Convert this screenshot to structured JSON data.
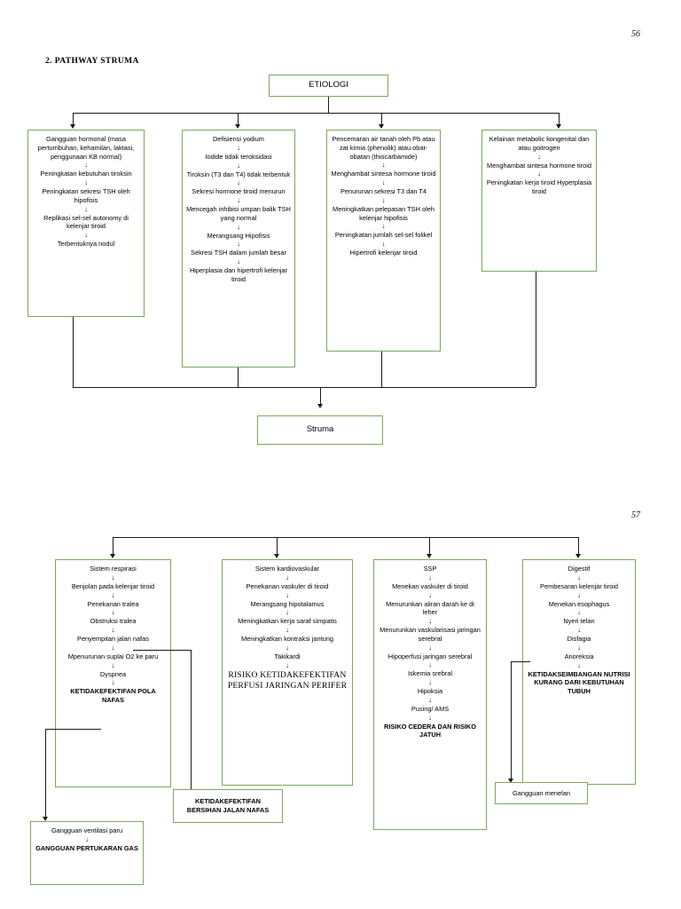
{
  "document": {
    "page_top": "56",
    "page_bottom": "57",
    "section_title": "2. PATHWAY STRUMA"
  },
  "colors": {
    "box_border": "#7aa95c",
    "connector": "#1a1a1a",
    "background": "#ffffff",
    "text": "#000000"
  },
  "top_chart": {
    "root": {
      "label": "ETIOLOGI"
    },
    "branches": [
      {
        "name": "hormonal-branch",
        "steps": [
          "Gangguan hormonal (masa pertumbuhan, kehamilan, laktasi, penggunaan KB normal)",
          "Peningkatan kebutuhan tiroksin",
          "Peningkatan sekresi TSH oleh hipofisis",
          "Replikasi sel-sel autonomy di kelenjar tiroid",
          "Terbentuknya nodul"
        ]
      },
      {
        "name": "iodine-deficiency-branch",
        "steps": [
          "Defisiensi yodium",
          "Iodide tidak teroksidasi",
          "Tiroksin (T3 dan T4) tidak terbentuk",
          "Sekresi hormone tiroid menurun",
          "Mencegah inhibisi umpan balik TSH yang normal",
          "Merangsang Hipofisis",
          "Sekresi TSH dalam jumlah besar",
          "Hiperplasia dan hipertrofi kelenjar tiroid"
        ]
      },
      {
        "name": "pollution-branch",
        "steps": [
          "Pencemaran air tanah oleh Pb atau zat kimia (phenolik) atau obat-obatan (thiocarbamide)",
          "Menghambat sintesa hormone tiroid",
          "Penurunan sekresi T3 dan T4",
          "Meningkatkan pelepasan TSH oleh kelenjar hipofisis",
          "Peningkatan jumlah sel-sel folikel",
          "Hipertrofi kelenjar tiroid"
        ]
      },
      {
        "name": "metabolic-branch",
        "steps": [
          "Kelainan metabolic kongenital dan atau goitrogen",
          "Menghambat sintesa hormone tiroid",
          "Peningkatan kerja tiroid Hyperplasia tiroid"
        ]
      }
    ],
    "outcome": {
      "label": "Struma"
    }
  },
  "bottom_chart": {
    "branches": [
      {
        "name": "respiratory-branch",
        "steps": [
          "Sistem respirasi",
          "Benjolan pada kelenjar tiroid",
          "Penekanan tralea",
          "Obstruksi tralea",
          "Penyempitan jalan nafas",
          "Mpenurunan suplai O2 ke paru",
          "Dyspnea",
          "KETIDAKEFEKTIFAN POLA NAFAS"
        ],
        "bold_from": 7
      },
      {
        "name": "cardiovascular-branch",
        "steps": [
          "Sistem kardiovaskular",
          "Penekanan vaskuler di tiroid",
          "Merangsang hipotalamus",
          "Meningkatkan kerja saraf simpatis",
          "Meningkatkan kontraksi jantung",
          "Takikardi",
          "RISIKO KETIDAKEFEKTIFAN PERFUSI JARINGAN PERIFER"
        ],
        "serif_from": 6
      },
      {
        "name": "ssp-branch",
        "steps": [
          "SSP",
          "Menekan vaskuler di tiroid",
          "Menurunkan aliran darah ke di leher",
          "Menurunkan vaskularisasi jaringan serebral",
          "Hipoperfusi jaringan serebral",
          "Iskemia srebral",
          "Hipoksia",
          "Pusing/ AMS",
          "RISIKO CEDERA DAN RISIKO JATUH"
        ],
        "bold_from": 8
      },
      {
        "name": "digestive-branch",
        "steps": [
          "Digestif",
          "Pembesaran kelenjar tiroid",
          "Menekan esophagus",
          "Nyeri telan",
          "Disfagia",
          "Anoreksia",
          "KETIDAKSEIMBANGAN NUTRISI KURANG DARI KEBUTUHAN TUBUH"
        ],
        "bold_from": 6
      }
    ],
    "outcomes": [
      {
        "name": "ventilation-outcome",
        "steps": [
          "Gangguan ventilasi paru",
          "GANGGUAN PERTUKARAN GAS"
        ],
        "bold_from": 1
      },
      {
        "name": "airway-clearance-outcome",
        "steps": [
          "KETIDAKEFEKTIFAN BERSIHAN JALAN NAFAS"
        ],
        "bold_from": 0
      },
      {
        "name": "swallowing-outcome",
        "steps": [
          "Gangguan menelan"
        ],
        "bold_from": 99
      }
    ]
  },
  "icons": {
    "down_arrow": "↓"
  }
}
